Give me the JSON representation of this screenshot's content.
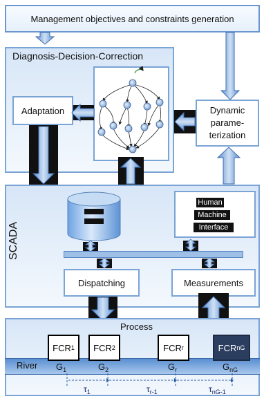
{
  "top_box": {
    "label": "Management objectives and constraints generation"
  },
  "ddc": {
    "title": "Diagnosis-Decision-Correction",
    "adaptation_label": "Adaptation",
    "dynamic_label": "Dynamic parame-terization"
  },
  "scada": {
    "title": "SCADA",
    "hmi_lines": [
      "Human",
      "Machine",
      "Interface"
    ],
    "dispatching_label": "Dispatching",
    "measurements_label": "Measurements"
  },
  "process": {
    "title": "Process",
    "river_label": "River",
    "fcrs": [
      {
        "base": "FCR",
        "sub": "1"
      },
      {
        "base": "FCR",
        "sub": "2"
      },
      {
        "base": "FCR",
        "sub": "r"
      },
      {
        "base": "FCR",
        "sub": "nG"
      }
    ],
    "gates": [
      {
        "base": "G",
        "sub": "1"
      },
      {
        "base": "G",
        "sub": "2"
      },
      {
        "base": "G",
        "sub": "r"
      },
      {
        "base": "G",
        "sub": "nG"
      }
    ],
    "taus": [
      {
        "base": "τ",
        "sub": "1"
      },
      {
        "base": "τ",
        "sub": "r-1"
      },
      {
        "base": "τ",
        "sub": "nG-1"
      }
    ]
  }
}
